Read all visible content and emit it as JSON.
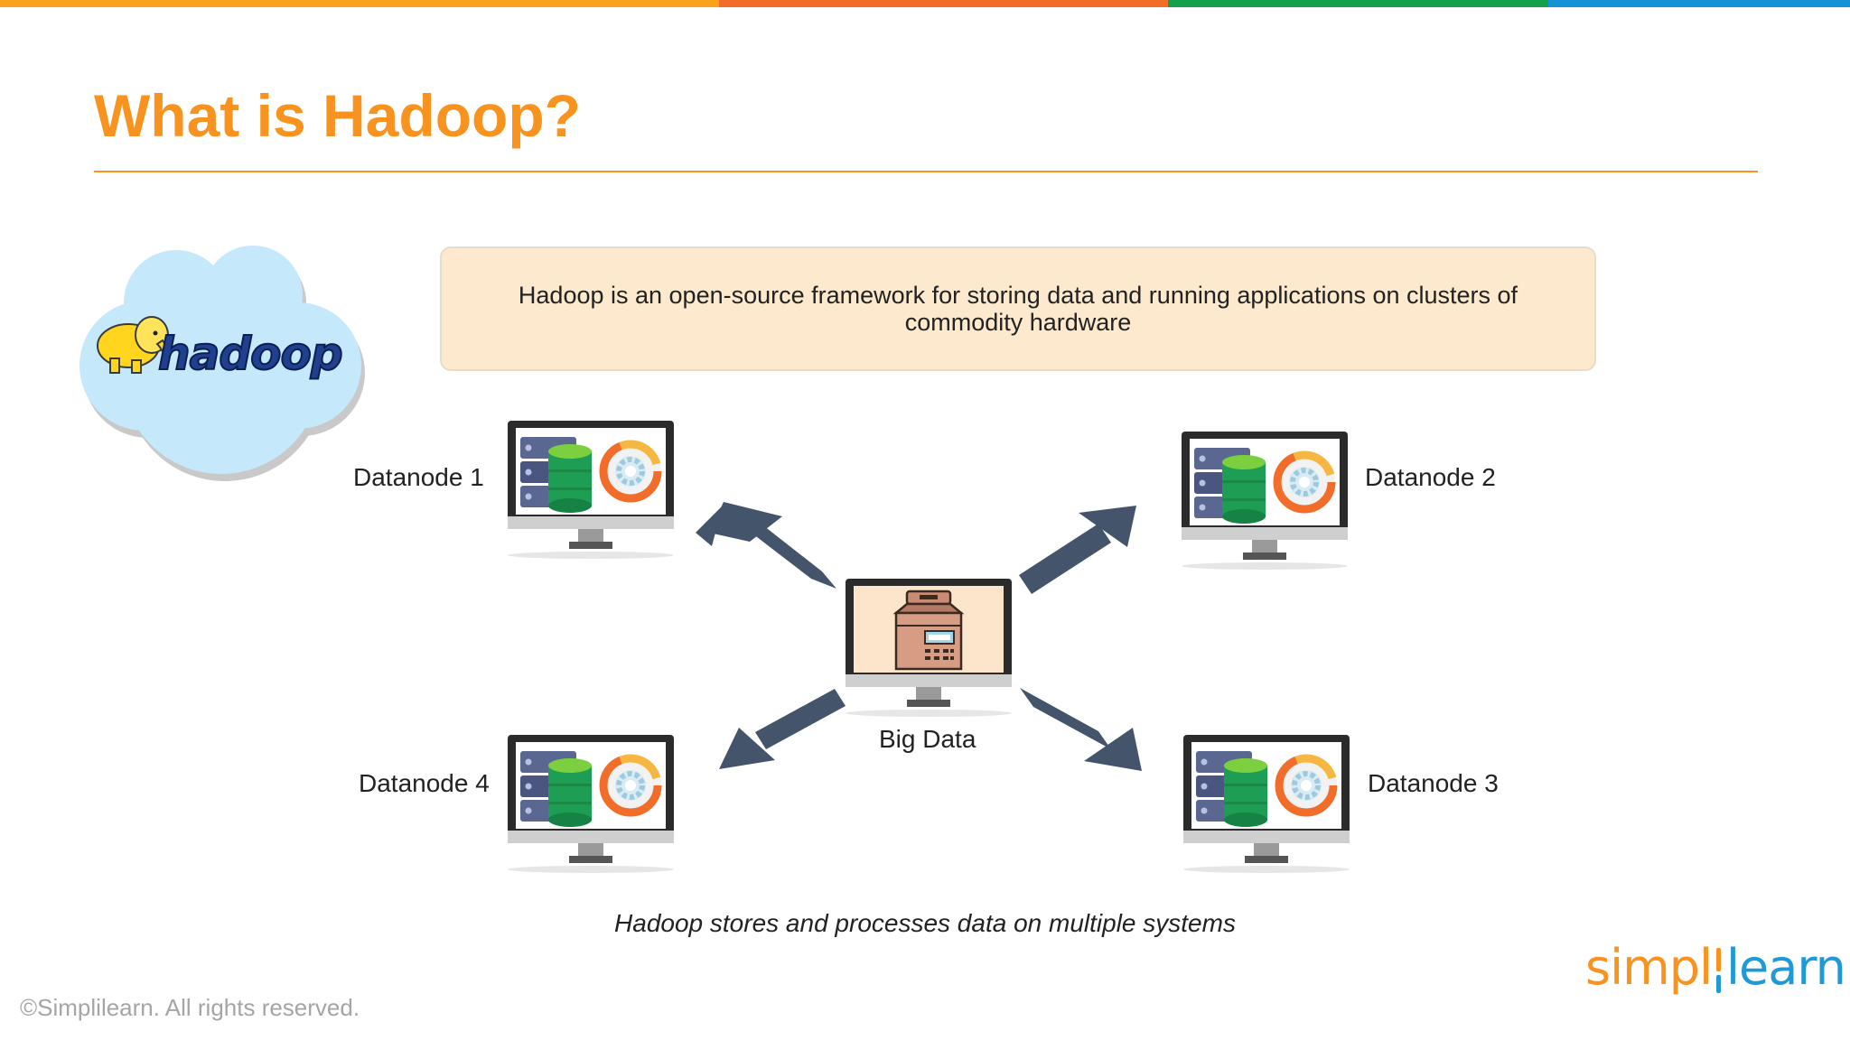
{
  "colors": {
    "accent": "#f7931e",
    "bar": [
      "#f9a21b",
      "#f26c2a",
      "#12a04a",
      "#1593d4"
    ],
    "arrow": "#44546a",
    "box_fill": "#fde9cd",
    "brand_orange": "#f7931e",
    "brand_blue": "#1f9ad6"
  },
  "slide": {
    "title": "What is Hadoop?",
    "description": "Hadoop is an open-source framework for storing data and running applications on clusters of commodity hardware",
    "caption": "Hadoop stores and processes data on multiple systems",
    "footer": "©Simplilearn. All rights reserved."
  },
  "logo": {
    "text": "hadoop"
  },
  "brand": {
    "part1": "simpl",
    "part2": "learn"
  },
  "diagram": {
    "center": {
      "label": "Big Data"
    },
    "nodes": [
      {
        "label": "Datanode 1"
      },
      {
        "label": "Datanode 2"
      },
      {
        "label": "Datanode 3"
      },
      {
        "label": "Datanode 4"
      }
    ]
  }
}
